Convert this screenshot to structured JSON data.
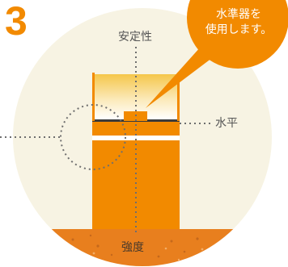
{
  "step_number": "3",
  "callout": {
    "line1": "水準器を",
    "line2": "使用します。"
  },
  "labels": {
    "stability": "安定性",
    "level": "水平",
    "strength": "強度"
  },
  "colors": {
    "background_circle": "#f7f3e3",
    "accent": "#f28a00",
    "ground": "#e87f1e",
    "dotted_line": "#6e6e6e",
    "glow_top": "#f5c64a"
  }
}
